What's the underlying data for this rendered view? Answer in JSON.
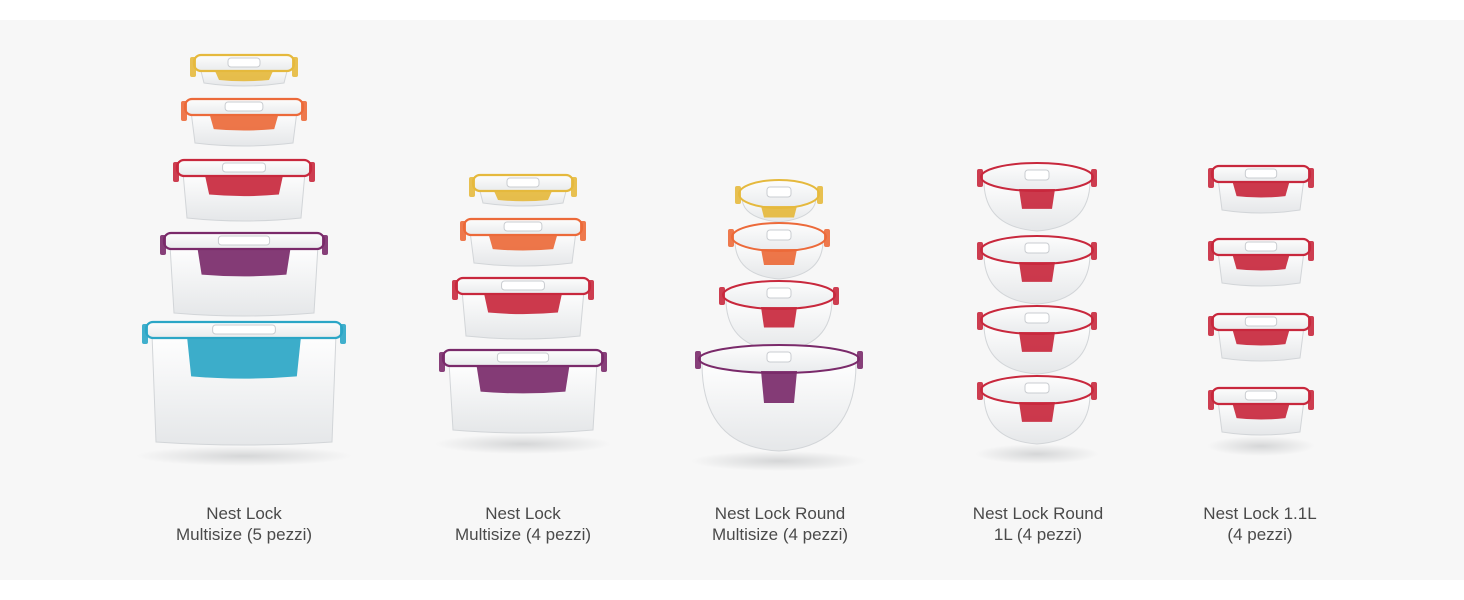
{
  "colors": {
    "background": "#f7f7f7",
    "yellow": "#e5b93d",
    "orange": "#ec6a3a",
    "red": "#c8283d",
    "purple": "#7a2a6a",
    "blue": "#2ba6c6",
    "caption": "#4a4a4a"
  },
  "products": [
    {
      "line1": "Nest Lock",
      "line2": "Multisize (5 pezzi)",
      "shape": "rect",
      "containers": [
        {
          "color": "yellow",
          "size": "XS"
        },
        {
          "color": "orange",
          "size": "S"
        },
        {
          "color": "red",
          "size": "M"
        },
        {
          "color": "purple",
          "size": "L"
        },
        {
          "color": "blue",
          "size": "XL"
        }
      ]
    },
    {
      "line1": "Nest Lock",
      "line2": "Multisize (4 pezzi)",
      "shape": "rect",
      "containers": [
        {
          "color": "yellow",
          "size": "XS"
        },
        {
          "color": "orange",
          "size": "S"
        },
        {
          "color": "red",
          "size": "M"
        },
        {
          "color": "purple",
          "size": "L"
        }
      ]
    },
    {
      "line1": "Nest Lock Round",
      "line2": "Multisize (4 pezzi)",
      "shape": "round",
      "containers": [
        {
          "color": "yellow",
          "size": "XS"
        },
        {
          "color": "orange",
          "size": "S"
        },
        {
          "color": "red",
          "size": "M"
        },
        {
          "color": "purple",
          "size": "L"
        }
      ]
    },
    {
      "line1": "Nest Lock Round",
      "line2": "1L (4 pezzi)",
      "shape": "round",
      "containers": [
        {
          "color": "red",
          "size": "1L"
        },
        {
          "color": "red",
          "size": "1L"
        },
        {
          "color": "red",
          "size": "1L"
        },
        {
          "color": "red",
          "size": "1L"
        }
      ]
    },
    {
      "line1": "Nest Lock 1.1L",
      "line2": "(4 pezzi)",
      "shape": "rect",
      "containers": [
        {
          "color": "red",
          "size": "1.1L"
        },
        {
          "color": "red",
          "size": "1.1L"
        },
        {
          "color": "red",
          "size": "1.1L"
        },
        {
          "color": "red",
          "size": "1.1L"
        }
      ]
    }
  ]
}
